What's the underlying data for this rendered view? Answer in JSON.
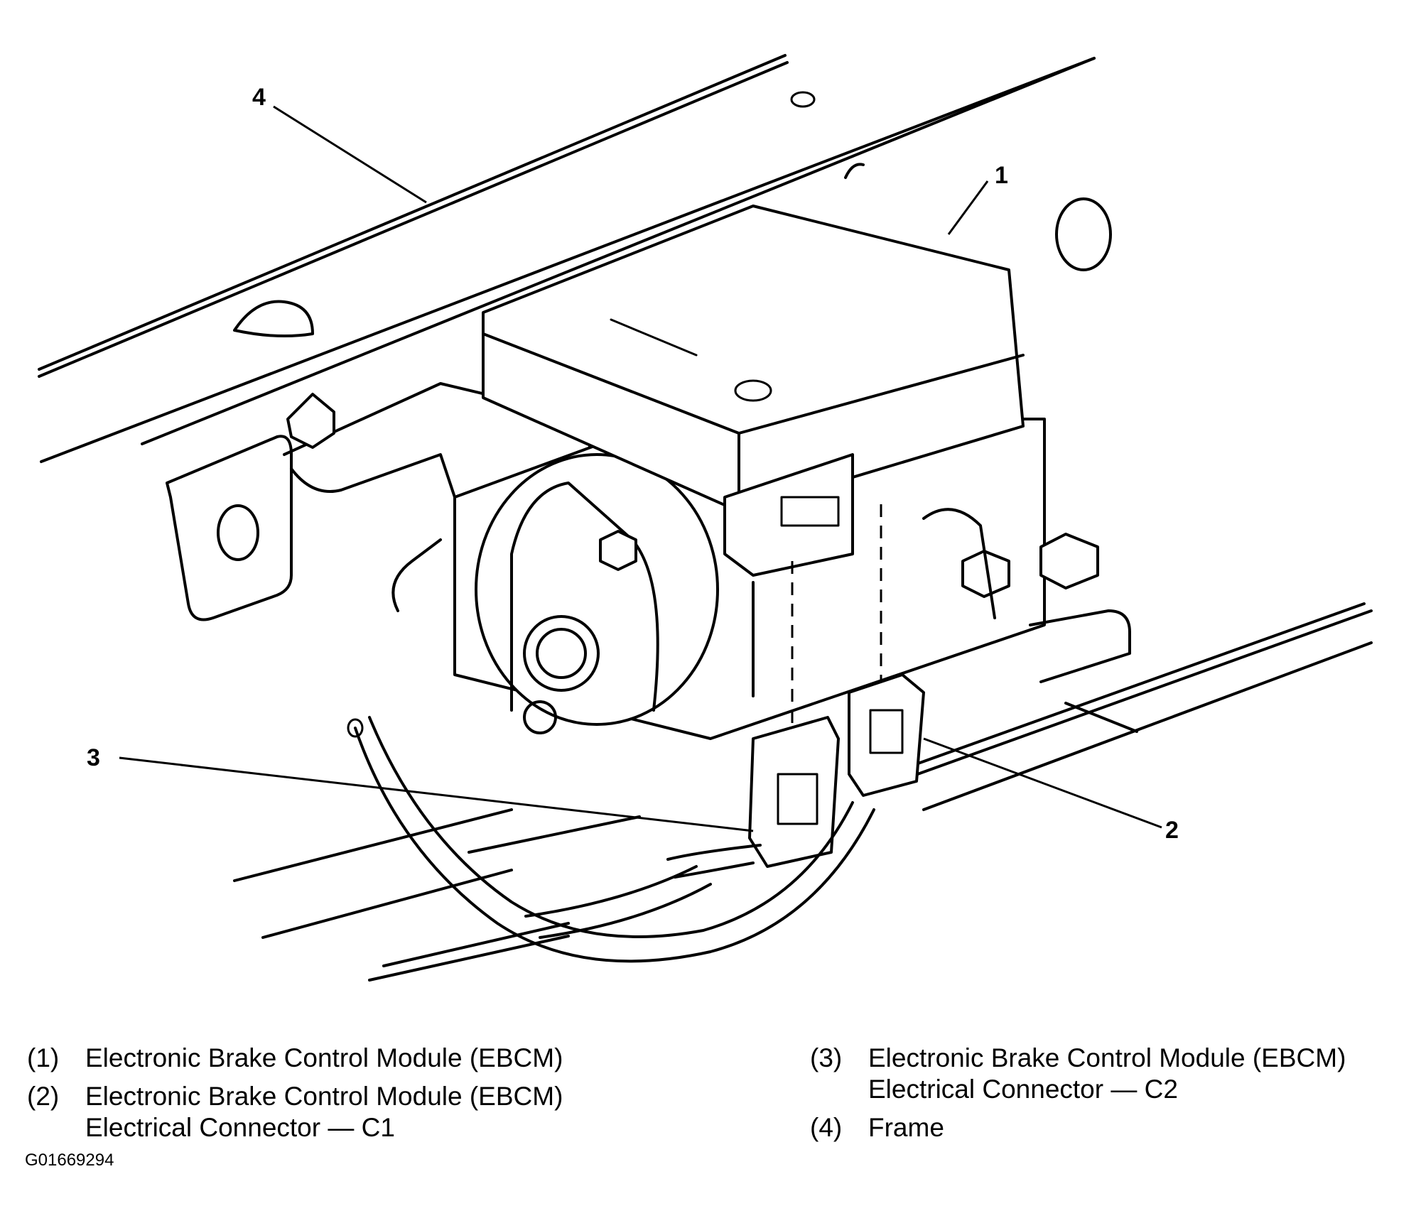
{
  "callouts": {
    "c1": "1",
    "c2": "2",
    "c3": "3",
    "c4": "4"
  },
  "legend": [
    {
      "num": "(1)",
      "line1": "Electronic Brake Control Module (EBCM)",
      "line2": ""
    },
    {
      "num": "(2)",
      "line1": "Electronic Brake Control Module (EBCM)",
      "line2": "Electrical Connector — C1"
    },
    {
      "num": "(3)",
      "line1": "Electronic Brake Control Module (EBCM)",
      "line2": "Electrical Connector — C2"
    },
    {
      "num": "(4)",
      "line1": "Frame",
      "line2": ""
    }
  ],
  "figure_id": "G01669294"
}
